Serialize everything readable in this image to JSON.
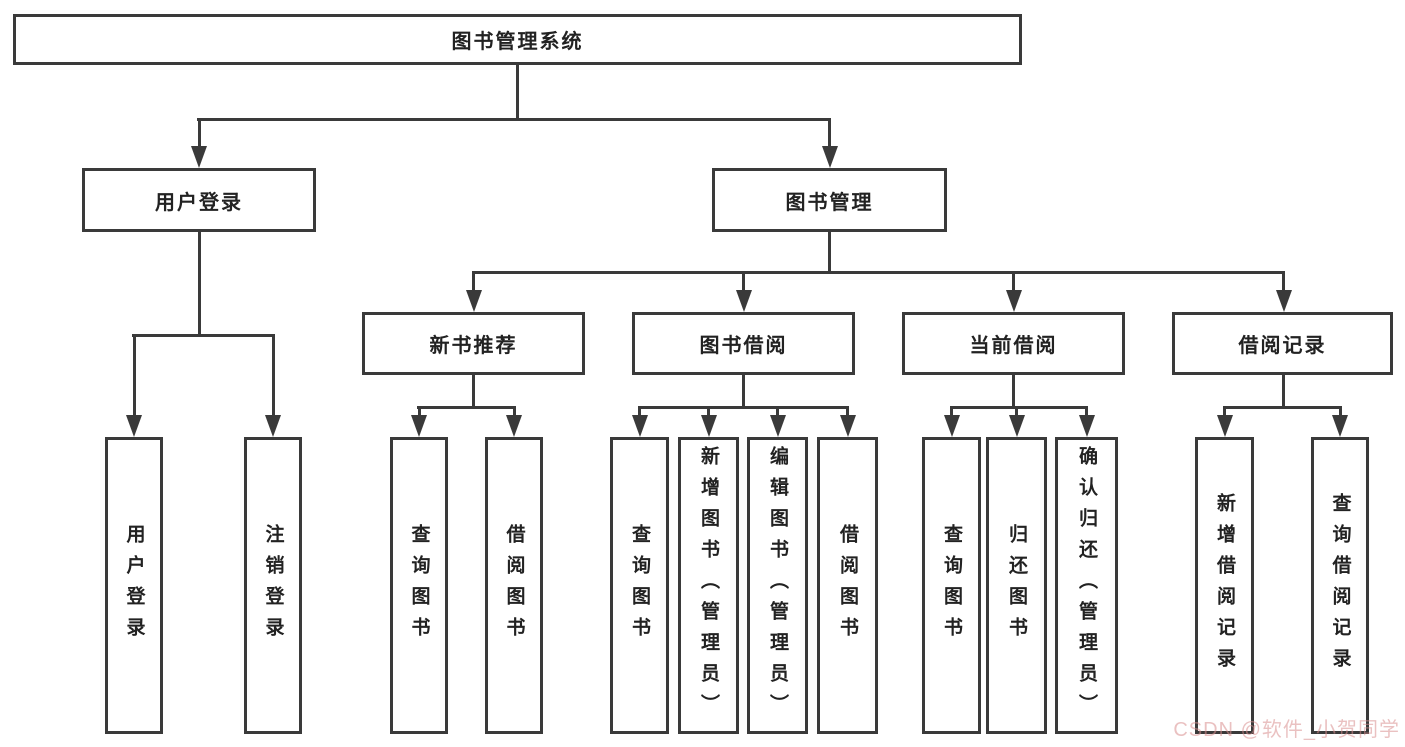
{
  "diagram": {
    "root": {
      "label": "图书管理系统",
      "children": [
        {
          "label": "用户登录",
          "children": [
            {
              "label": "用户登录"
            },
            {
              "label": "注销登录"
            }
          ]
        },
        {
          "label": "图书管理",
          "children": [
            {
              "label": "新书推荐",
              "children": [
                {
                  "label": "查询图书"
                },
                {
                  "label": "借阅图书"
                }
              ]
            },
            {
              "label": "图书借阅",
              "children": [
                {
                  "label": "查询图书"
                },
                {
                  "label": "新增图书（管理员）"
                },
                {
                  "label": "编辑图书（管理员）"
                },
                {
                  "label": "借阅图书"
                }
              ]
            },
            {
              "label": "当前借阅",
              "children": [
                {
                  "label": "查询图书"
                },
                {
                  "label": "归还图书"
                },
                {
                  "label": "确认归还（管理员）"
                }
              ]
            },
            {
              "label": "借阅记录",
              "children": [
                {
                  "label": "新增借阅记录"
                },
                {
                  "label": "查询借阅记录"
                }
              ]
            }
          ]
        }
      ]
    }
  },
  "watermark": {
    "text": "CSDN @软件_小贺同学",
    "color": "#d98f8f"
  },
  "colors": {
    "line": "#3a3a3a",
    "text": "#222222",
    "background": "#ffffff"
  }
}
